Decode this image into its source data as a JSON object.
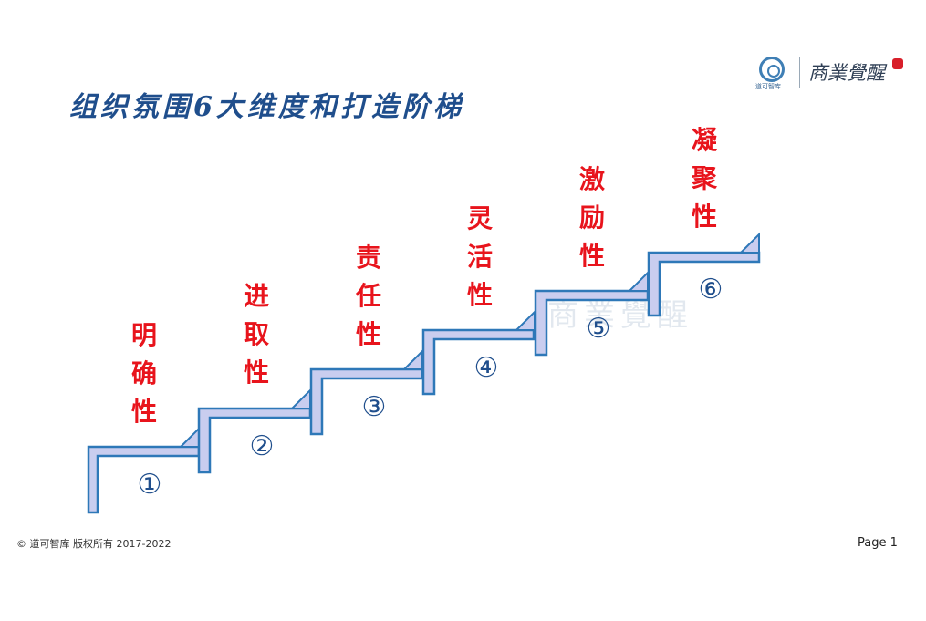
{
  "title": "组织氛围6大维度和打造阶梯",
  "logo": {
    "brand_sub": "道可智库",
    "brand_name": "商業覺醒"
  },
  "watermark": "商業覺醒",
  "steps": [
    {
      "number": "①",
      "attribute": "明确性"
    },
    {
      "number": "②",
      "attribute": "进取性"
    },
    {
      "number": "③",
      "attribute": "责任性"
    },
    {
      "number": "④",
      "attribute": "灵活性"
    },
    {
      "number": "⑤",
      "attribute": "激励性"
    },
    {
      "number": "⑥",
      "attribute": "凝聚性"
    }
  ],
  "footer": {
    "copyright": "© 道可智库  版权所有 2017-2022",
    "page": "Page 1"
  },
  "colors": {
    "stair_fill": "#c9cdef",
    "stair_stroke": "#2e78b8",
    "attribute_text": "#e8141c",
    "title_text": "#1f4e8c"
  }
}
